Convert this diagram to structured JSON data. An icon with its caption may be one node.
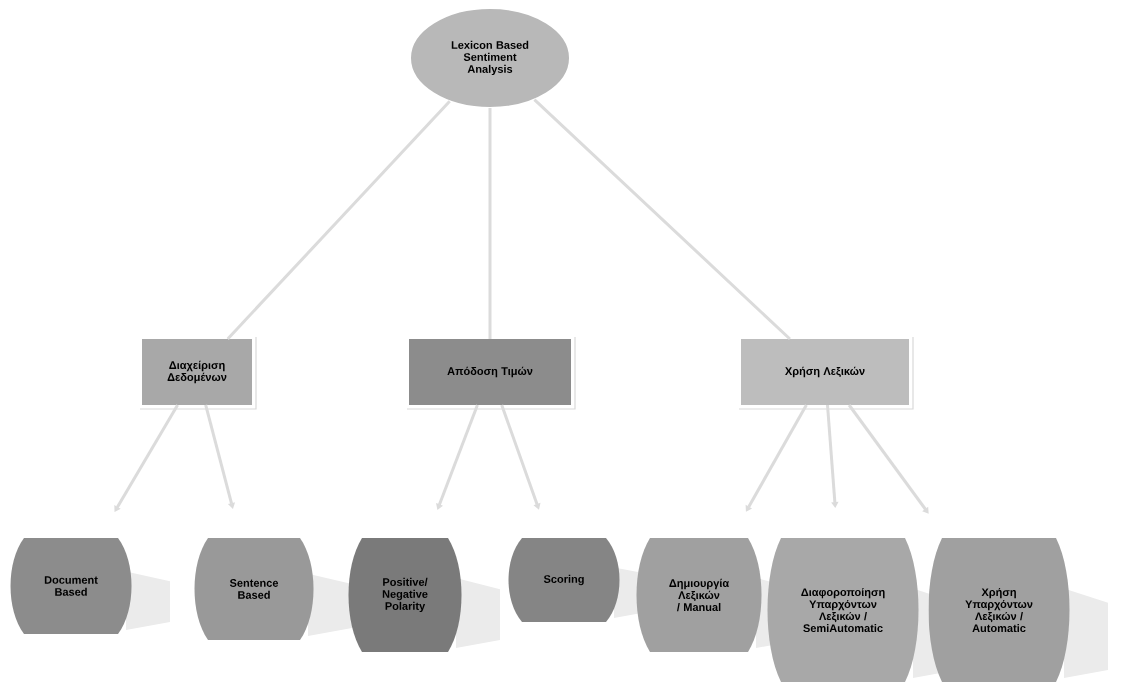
{
  "diagram": {
    "nodes": [
      {
        "text": [
          "Lexicon Based Sentiment Analysis"
        ]
      },
      {
        "text": [
          "Διαχείριση Δεδομένων"
        ]
      },
      {
        "text": [
          "Απόδοση Τιμών"
        ]
      },
      {
        "text": [
          "Χρήση Λεξικών"
        ]
      },
      {
        "text": [
          "Document Based"
        ]
      },
      {
        "text": [
          "Sentence Based"
        ]
      },
      {
        "text": [
          "Positive/ Negative Polarity"
        ]
      },
      {
        "text": [
          "Scoring"
        ]
      },
      {
        "text": [
          "Δημιουργία Λεξικών / Manual"
        ]
      },
      {
        "text": [
          "Διαφοροποίηση Υπαρχόντων Λεξικών / SemiAutomatic"
        ]
      },
      {
        "text": [
          "Χρήση Υπαρχόντων Λεξικών / Automatic"
        ]
      }
    ],
    "edges": [
      {
        "from": 0,
        "to": 1,
        "arrow": "none"
      },
      {
        "from": 0,
        "to": 2,
        "arrow": "none"
      },
      {
        "from": 0,
        "to": 3,
        "arrow": "none"
      },
      {
        "from": 1,
        "to": 4,
        "arrow": "to"
      },
      {
        "from": 1,
        "to": 5,
        "arrow": "to"
      },
      {
        "from": 2,
        "to": 6,
        "arrow": "to"
      },
      {
        "from": 2,
        "to": 7,
        "arrow": "to"
      },
      {
        "from": 3,
        "to": 8,
        "arrow": "to"
      },
      {
        "from": 3,
        "to": 9,
        "arrow": "to"
      },
      {
        "from": 3,
        "to": 10,
        "arrow": "to"
      }
    ]
  }
}
